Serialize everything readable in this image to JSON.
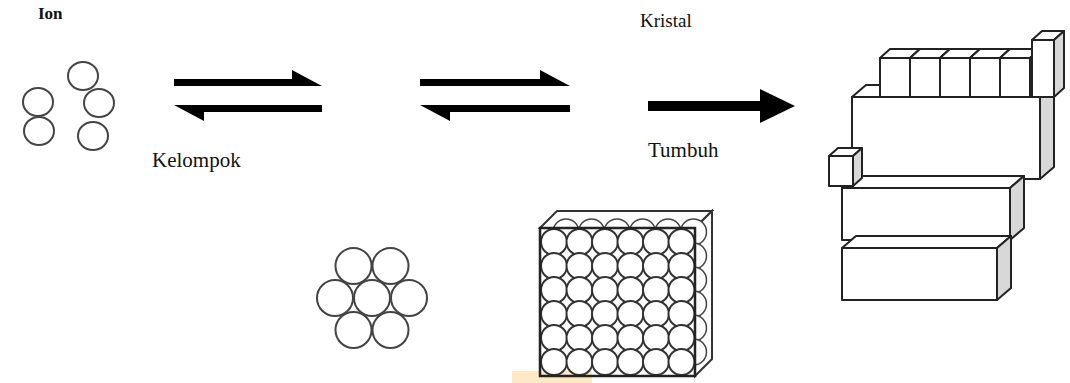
{
  "diagram": {
    "labels": [
      "Ion",
      "Kelompok",
      "Kristal",
      "Tumbuh"
    ]
  }
}
